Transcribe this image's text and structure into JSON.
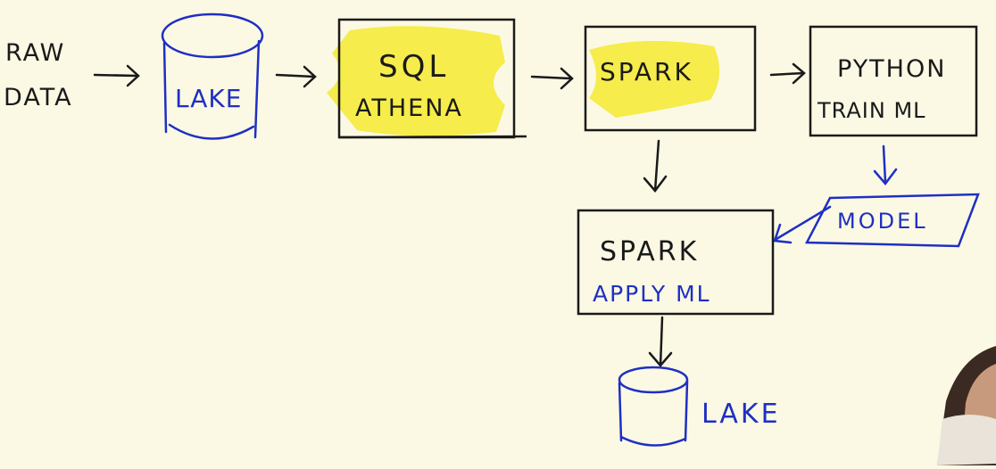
{
  "diagram": {
    "raw_data": {
      "line1": "RAW",
      "line2": "DATA"
    },
    "lake_source": {
      "label": "LAKE"
    },
    "sql_box": {
      "line1": "SQL",
      "line2": "ATHENA"
    },
    "spark_box": {
      "label": "SPARK"
    },
    "python_box": {
      "line1": "PYTHON",
      "line2": "TRAIN ML"
    },
    "model_box": {
      "label": "MODEL"
    },
    "spark_apply_box": {
      "line1": "SPARK",
      "line2": "APPLY ML"
    },
    "lake_output": {
      "label": "LAKE"
    }
  },
  "colors": {
    "background": "#fbf9e4",
    "ink": "#1a1a1a",
    "blue_ink": "#1f2fc4",
    "highlight": "#f5ea3a"
  }
}
